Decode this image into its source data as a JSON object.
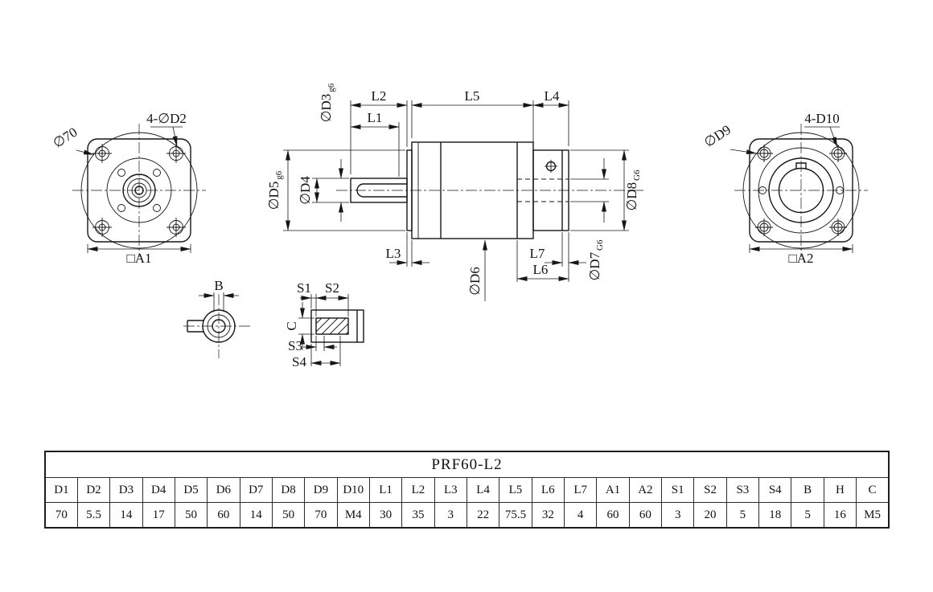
{
  "drawing": {
    "front": {
      "dia": "∅70",
      "holes": "4-∅D2",
      "square": "□A1"
    },
    "side": {
      "l1": "L1",
      "l2": "L2",
      "l3": "L3",
      "l4": "L4",
      "l5": "L5",
      "l6": "L6",
      "l7": "L7",
      "d3": {
        "name": "∅D3",
        "fit": "g6"
      },
      "d4": "∅D4",
      "d5": {
        "name": "∅D5",
        "fit": "g6"
      },
      "d6": "∅D6",
      "d7": {
        "name": "∅D7",
        "fit": "G6"
      },
      "d8": {
        "name": "∅D8",
        "fit": "G6"
      }
    },
    "rear": {
      "dia": "∅D9",
      "holes": "4-D10",
      "square": "□A2"
    },
    "key": {
      "b": "B",
      "c": "C",
      "s1": "S1",
      "s2": "S2",
      "s3": "S3",
      "s4": "S4"
    }
  },
  "table": {
    "title": "PRF60-L2",
    "headers": [
      "D1",
      "D2",
      "D3",
      "D4",
      "D5",
      "D6",
      "D7",
      "D8",
      "D9",
      "D10",
      "L1",
      "L2",
      "L3",
      "L4",
      "L5",
      "L6",
      "L7",
      "A1",
      "A2",
      "S1",
      "S2",
      "S3",
      "S4",
      "B",
      "H",
      "C"
    ],
    "values": [
      "70",
      "5.5",
      "14",
      "17",
      "50",
      "60",
      "14",
      "50",
      "70",
      "M4",
      "30",
      "35",
      "3",
      "22",
      "75.5",
      "32",
      "4",
      "60",
      "60",
      "3",
      "20",
      "5",
      "18",
      "5",
      "16",
      "M5"
    ]
  }
}
